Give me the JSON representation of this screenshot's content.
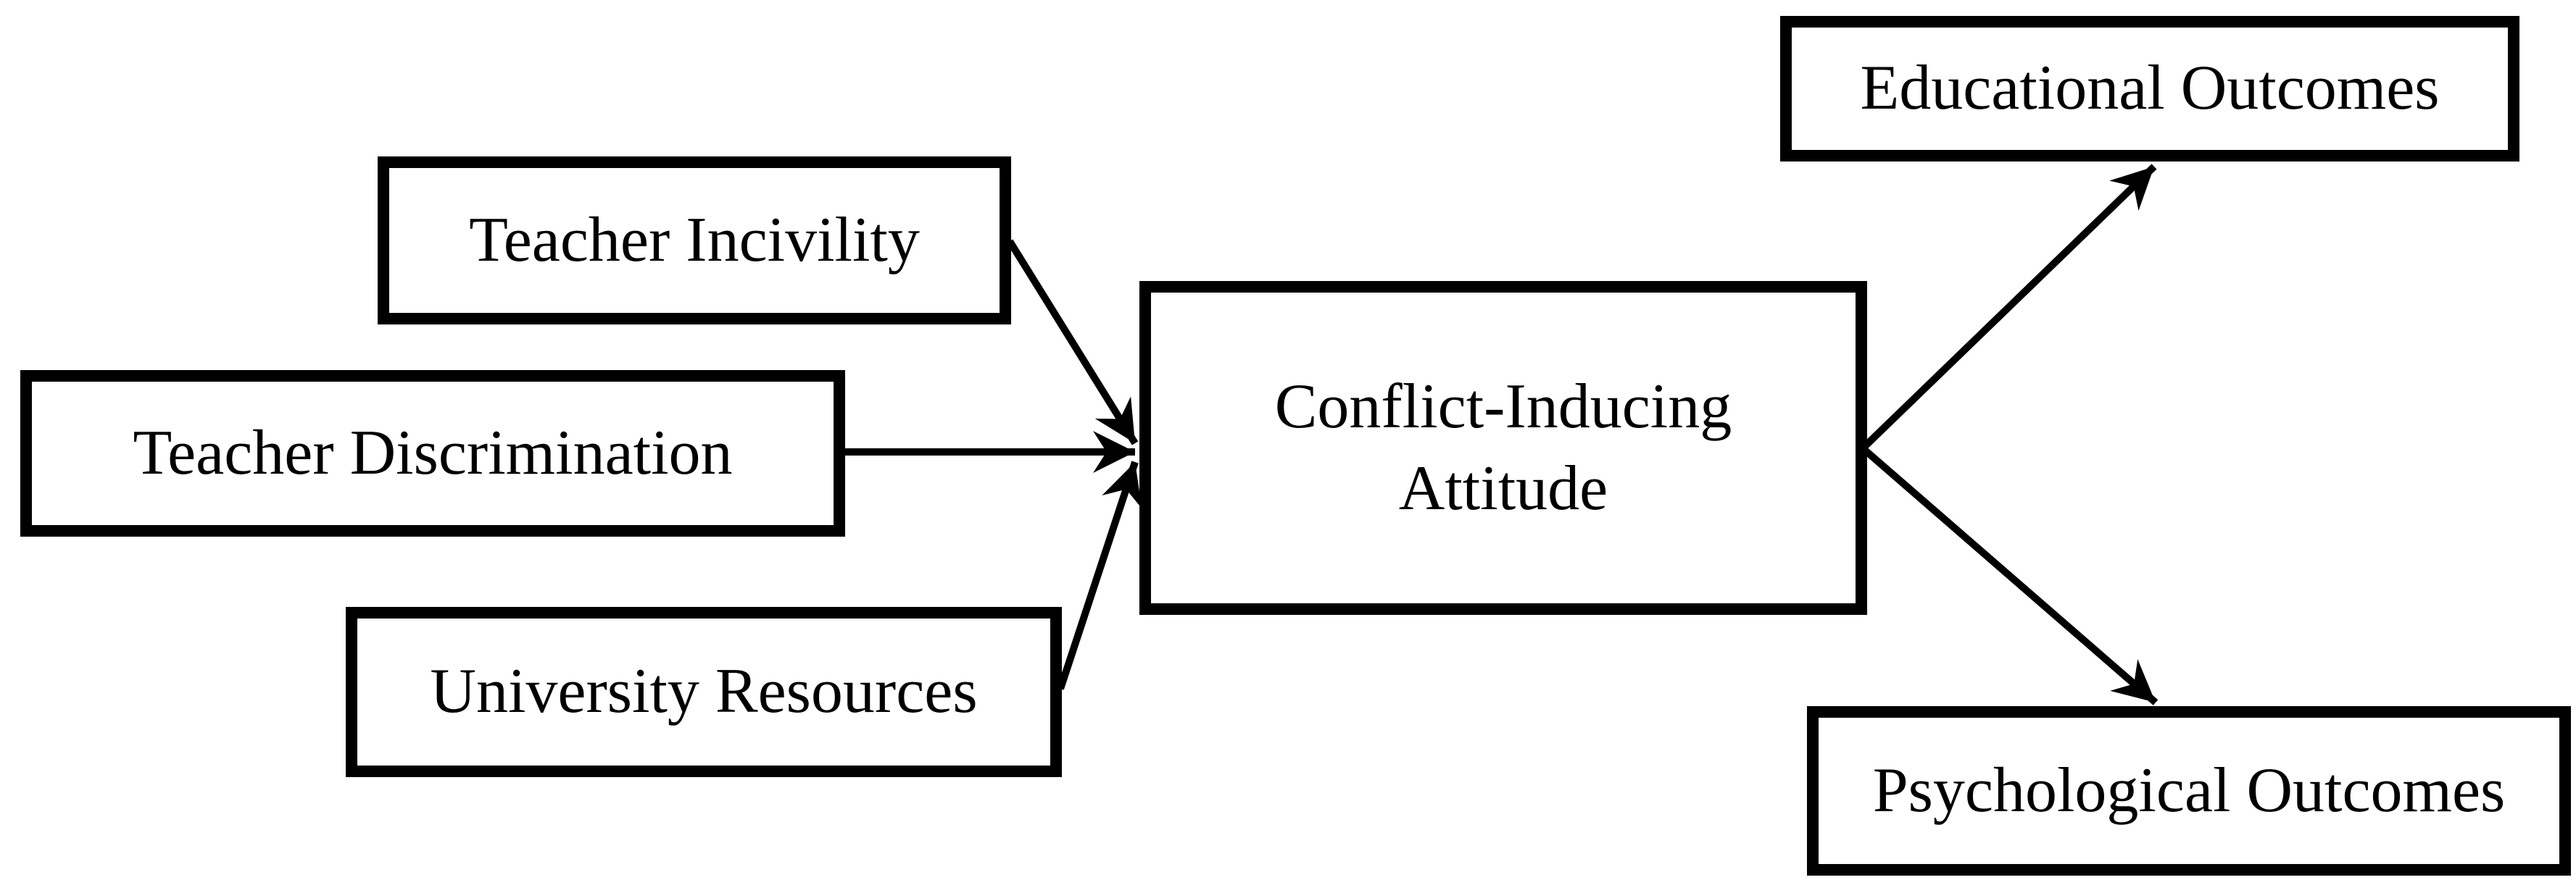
{
  "figure": {
    "colors": {
      "background": "#ffffff",
      "box_fill": "#ffffff",
      "line": "#000000",
      "text": "#000000"
    },
    "nodes": {
      "teacher_incivility": "Teacher Incivility",
      "teacher_discrimination": "Teacher Discrimination",
      "university_resources": "University Resources",
      "conflict_inducing_attitude": "Conflict-Inducing Attitude",
      "educational_outcomes": "Educational Outcomes",
      "psychological_outcomes": "Psychological Outcomes"
    },
    "edges": [
      {
        "from": "Teacher Incivility",
        "to": "Conflict-Inducing Attitude"
      },
      {
        "from": "Teacher Discrimination",
        "to": "Conflict-Inducing Attitude"
      },
      {
        "from": "University Resources",
        "to": "Conflict-Inducing Attitude"
      },
      {
        "from": "Conflict-Inducing Attitude",
        "to": "Educational Outcomes"
      },
      {
        "from": "Conflict-Inducing Attitude",
        "to": "Psychological Outcomes"
      }
    ]
  }
}
